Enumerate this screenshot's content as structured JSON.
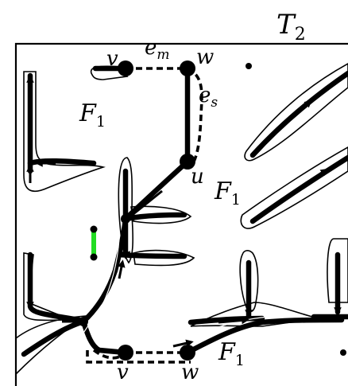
{
  "diagram": {
    "title_main": "T",
    "title_sub": "2",
    "vertices": {
      "v_top": "v",
      "w_top": "w",
      "u": "u",
      "v_bottom": "v",
      "w_bottom": "w"
    },
    "edges": {
      "e_m_main": "e",
      "e_m_sub": "m",
      "e_s_main": "e",
      "e_s_sub": "s"
    },
    "faces": {
      "f1_left_main": "F",
      "f1_left_sub": "1",
      "f1_right_main": "F",
      "f1_right_sub": "1",
      "f1_bottom_main": "F",
      "f1_bottom_sub": "1"
    },
    "colors": {
      "stroke": "#000000",
      "outline": "#ffffff",
      "highlight": "#22dd22"
    }
  }
}
